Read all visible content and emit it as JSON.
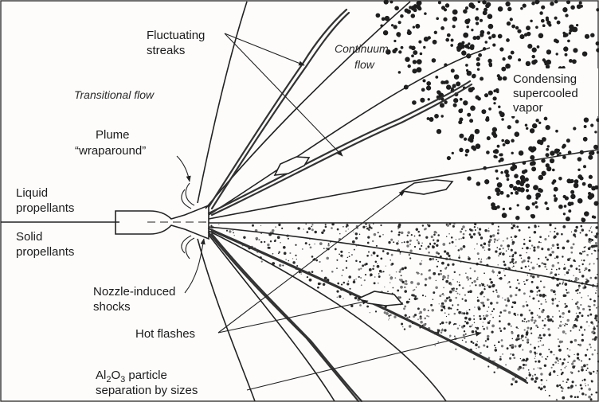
{
  "labels": {
    "fluctuating_streaks": [
      "Fluctuating",
      "streaks"
    ],
    "continuum_flow": [
      "Continuum",
      "flow"
    ],
    "condensing_vapor": [
      "Condensing",
      "supercooled",
      "vapor"
    ],
    "transitional_flow": "Transitional flow",
    "plume_wraparound": [
      "Plume",
      "“wraparound”"
    ],
    "liquid_propellants": [
      "Liquid",
      "propellants"
    ],
    "solid_propellants": [
      "Solid",
      "propellants"
    ],
    "nozzle_shocks": [
      "Nozzle-induced",
      "shocks"
    ],
    "hot_flashes": "Hot flashes",
    "particle_separation": {
      "line1_prefix": "Al",
      "sub1": "2",
      "mid": "O",
      "sub2": "3",
      "line1_suffix": " particle",
      "line2": "separation by sizes"
    }
  },
  "icons": [
    "rocket-nozzle-icon"
  ]
}
